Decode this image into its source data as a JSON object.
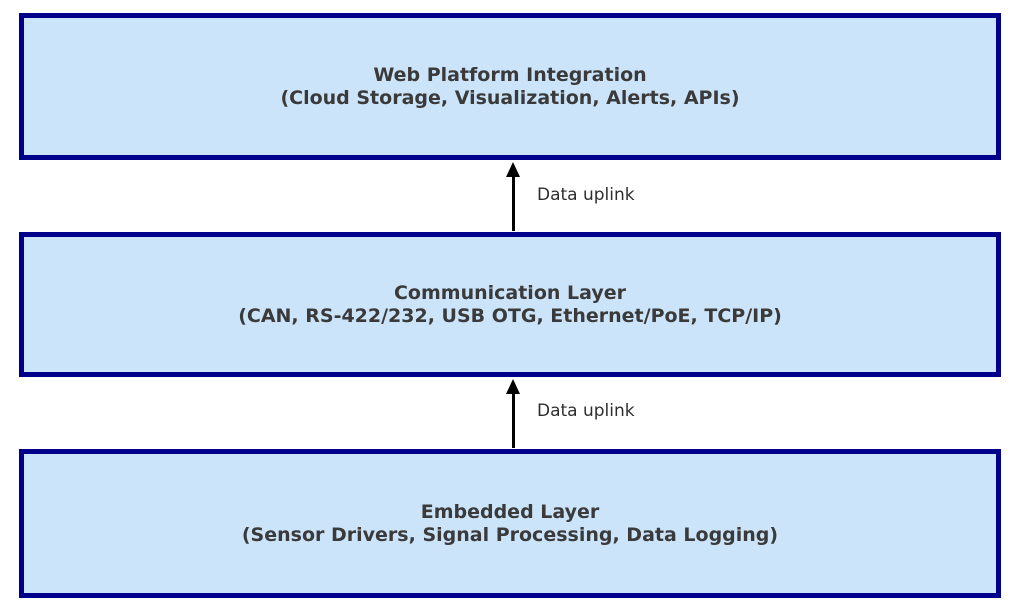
{
  "diagram": {
    "title": "Layered system architecture diagram",
    "colors": {
      "background": "#ffffff",
      "box_fill": "#cce4fa",
      "box_border": "#00008b",
      "box_text": "#3a3a3a",
      "arrow": "#000000",
      "arrow_label_text": "#2e2e2e"
    },
    "layers": [
      {
        "title": "Web Platform Integration",
        "subtitle": "(Cloud Storage, Visualization, Alerts, APIs)"
      },
      {
        "title": "Communication Layer",
        "subtitle": "(CAN, RS-422/232, USB OTG, Ethernet/PoE, TCP/IP)"
      },
      {
        "title": "Embedded Layer",
        "subtitle": "(Sensor Drivers, Signal Processing, Data Logging)"
      }
    ],
    "arrows": [
      {
        "label": "Data uplink",
        "direction": "up"
      },
      {
        "label": "Data uplink",
        "direction": "up"
      }
    ]
  }
}
